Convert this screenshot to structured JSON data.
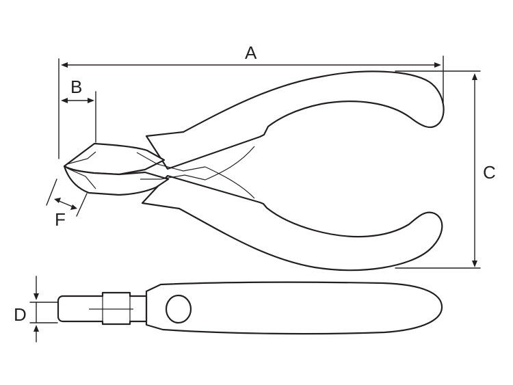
{
  "dimension_labels": {
    "A": "A",
    "B": "B",
    "C": "C",
    "D": "D",
    "F": "F"
  },
  "colors": {
    "line": "#231f20",
    "background": "#ffffff"
  }
}
